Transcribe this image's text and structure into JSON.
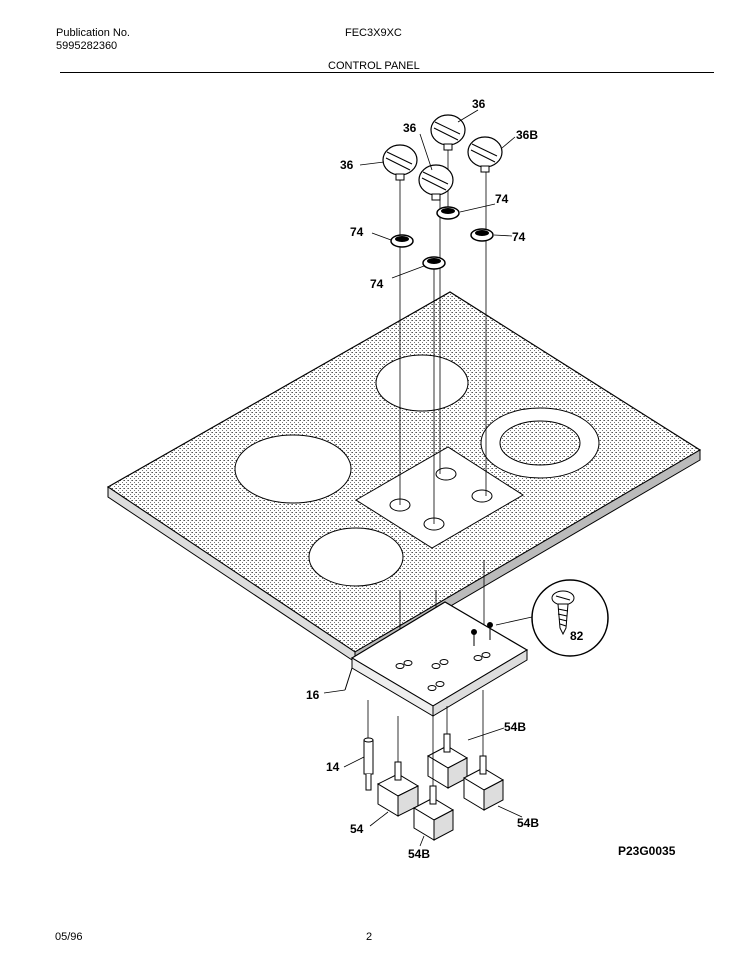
{
  "header": {
    "publication_label": "Publication No.",
    "publication_number": "5995282360",
    "model": "FEC3X9XC",
    "section_title": "CONTROL PANEL"
  },
  "callouts": {
    "knob_a": "36",
    "knob_b": "36",
    "knob_c": "36",
    "knob_d": "36B",
    "ring_a": "74",
    "ring_b": "74",
    "ring_c": "74",
    "ring_d": "74",
    "screw": "82",
    "bracket": "16",
    "sensor": "14",
    "switch_a": "54",
    "switch_b": "54B",
    "switch_c": "54B",
    "switch_d": "54B"
  },
  "figure_code": "P23G0035",
  "footer": {
    "date": "05/96",
    "page": "2"
  }
}
